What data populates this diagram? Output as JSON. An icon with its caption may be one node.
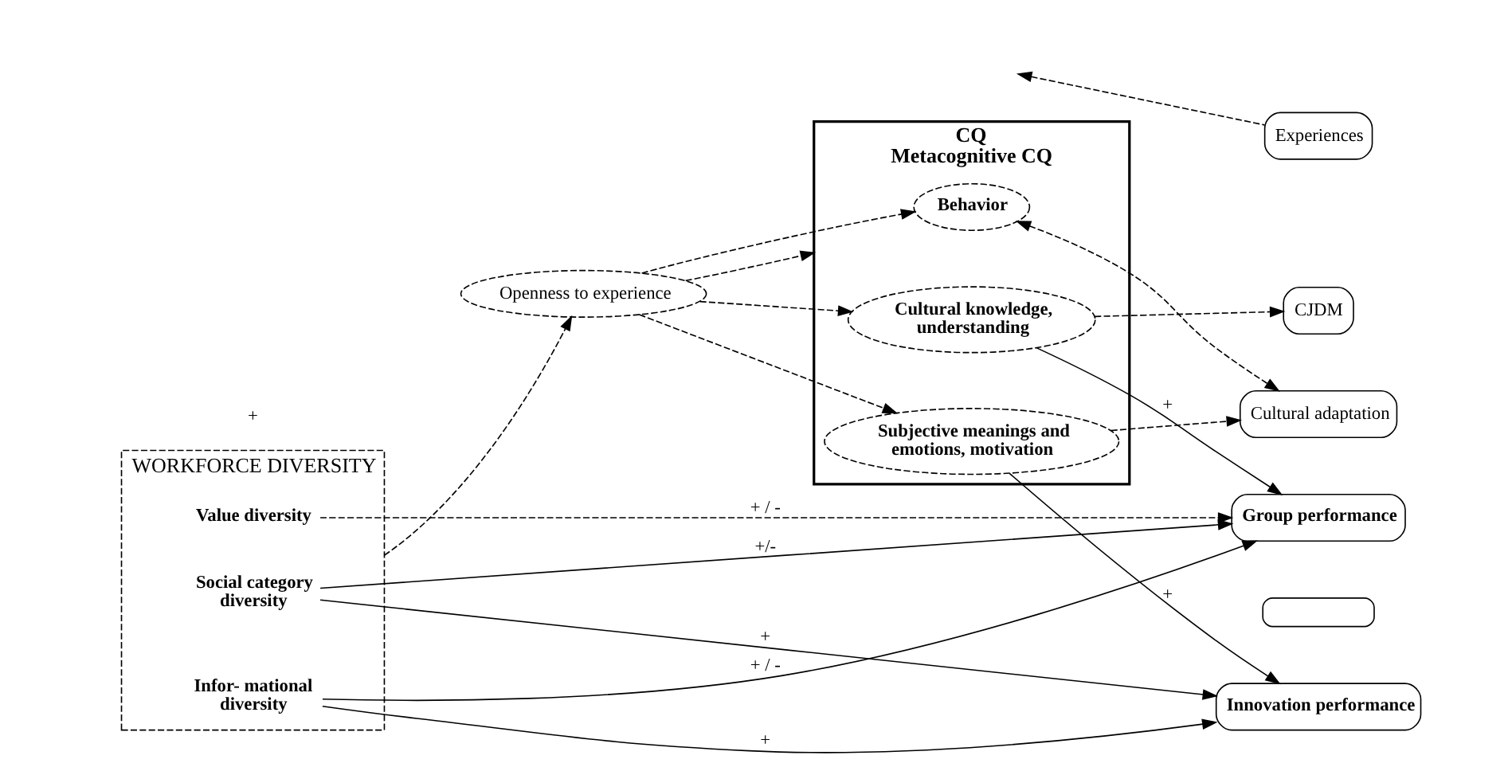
{
  "diagram": {
    "nodes": [
      {
        "text": [
          "Openness to experience"
        ]
      },
      {
        "text": [
          "WORKFORCE DIVERSITY"
        ]
      },
      {
        "text": [
          "Social category diversity"
        ],
        "in": 1
      },
      {
        "text": [
          "Infor- mational diversity"
        ],
        "in": 1
      },
      {
        "text": [
          "Value diversity"
        ],
        "in": 1
      },
      {
        "text": [
          "CQ",
          "Metacognitive CQ"
        ]
      },
      {
        "text": [
          "Behavior"
        ],
        "in": 5
      },
      {
        "text": [
          "Cultural knowledge, understanding"
        ],
        "in": 5
      },
      {
        "text": [
          "Subjective meanings and emotions, motivation"
        ],
        "in": 5
      },
      {
        "text": [
          "Experiences"
        ]
      },
      {
        "text": [
          "CJDM"
        ]
      },
      {
        "text": [
          "Cultural adaptation"
        ]
      },
      {
        "text": [
          "Group performance"
        ]
      },
      {
        "text": [],
        "shape": "box"
      },
      {
        "text": [
          "Innovation performance"
        ]
      }
    ],
    "edges": [
      {
        "from": 1,
        "to": 0,
        "arrow": "to",
        "style": "dashed"
      },
      {
        "from": 0,
        "to": 5,
        "arrow": "to",
        "style": "dashed"
      },
      {
        "from": 0,
        "to": 6,
        "arrow": "to",
        "style": "dashed"
      },
      {
        "from": 0,
        "to": 7,
        "arrow": "to",
        "style": "dashed"
      },
      {
        "from": 0,
        "to": 8,
        "arrow": "to",
        "style": "dashed"
      },
      {
        "from": 9,
        "to": null,
        "arrow": "to",
        "style": "dashed"
      },
      {
        "from": 6,
        "to": 11,
        "arrow": "both",
        "style": "dashed"
      },
      {
        "from": 7,
        "to": 10,
        "arrow": "to",
        "style": "dashed"
      },
      {
        "from": 8,
        "to": 11,
        "arrow": "to",
        "style": "dashed"
      },
      {
        "from": 2,
        "to": 12,
        "label": "+/-",
        "arrow": "to"
      },
      {
        "from": 2,
        "to": 14,
        "label": "+",
        "arrow": "to"
      },
      {
        "from": 3,
        "to": 12,
        "label": "+ / -",
        "arrow": "to"
      },
      {
        "from": 3,
        "to": 14,
        "label": "+",
        "arrow": "to"
      },
      {
        "from": 4,
        "to": 12,
        "label": "+ / -",
        "arrow": "to",
        "style": "dashed"
      },
      {
        "from": 7,
        "to": 12,
        "label": "+",
        "arrow": "to"
      },
      {
        "from": 8,
        "to": 14,
        "label": "+",
        "arrow": "to"
      }
    ],
    "labels": [
      "+"
    ]
  }
}
